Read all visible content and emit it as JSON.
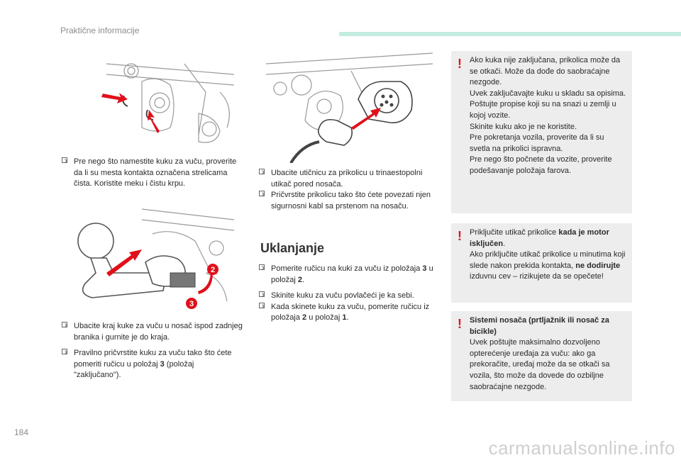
{
  "header": {
    "title": "Praktične informacije"
  },
  "page_number": "184",
  "watermark": "carmanualsonline.info",
  "left_col": {
    "bullet1": "Pre nego što namestite kuku za vuču, proverite da li su mesta kontakta označena strelicama čista. Koristite meku i čistu krpu.",
    "bullet2": "Ubacite kraj kuke za vuču u nosač ispod zadnjeg branika i gurnite je do kraja.",
    "bullet3_pre": "Pravilno pričvrstite kuku za vuču tako što ćete pomeriti ručicu u položaj ",
    "bullet3_bold": "3",
    "bullet3_post": " (položaj \"zaključano\").",
    "illus2_label_2": "2",
    "illus2_label_3": "3"
  },
  "mid_col": {
    "bullet1": "Ubacite utičnicu za prikolicu u trinaestopolni utikač pored nosača.",
    "bullet2": "Pričvrstite prikolicu tako što ćete povezati njen sigurnosni kabl sa prstenom na nosaču.",
    "section_title": "Uklanjanje",
    "bullet3_pre": "Pomerite ručicu na kuki za vuču iz položaja ",
    "bullet3_b1": "3",
    "bullet3_mid": " u položaj ",
    "bullet3_b2": "2",
    "bullet3_end": ".",
    "bullet4": "Skinite kuku za vuču povlačeći je ka sebi.",
    "bullet5_pre": "Kada skinete kuku za vuču, pomerite ručicu iz položaja ",
    "bullet5_b1": "2",
    "bullet5_mid": " u položaj ",
    "bullet5_b2": "1",
    "bullet5_end": "."
  },
  "warnings": {
    "w1": [
      "Ako kuka nije zaključana, prikolica može da se otkači. Može da dođe do saobraćajne nezgode.",
      "Uvek zaključavajte kuku u skladu sa opisima.",
      "Poštujte propise koji su na snazi u zemlji u kojoj vozite.",
      "Skinite kuku ako je ne koristite.",
      "Pre pokretanja vozila, proverite da li su svetla na prikolici ispravna.",
      "Pre nego što počnete da vozite, proverite podešavanje položaja farova."
    ],
    "w2_pre": "Priključite utikač prikolice ",
    "w2_bold": "kada je motor isključen",
    "w2_mid": ".",
    "w2_line2_pre": "Ako priključite utikač prikolice u minutima koji slede nakon prekida kontakta, ",
    "w2_line2_bold": "ne dodirujte",
    "w2_line2_post": " izduvnu cev – rizikujete da se opečete!",
    "w3_title": "Sistemi nosača (prtljažnik ili nosač za bicikle)",
    "w3_body": "Uvek poštujte maksimalno dozvoljeno opterećenje uređaja za vuču: ako ga prekoračite, uređaj može da se otkači sa vozila, što može da dovede do ozbiljne saobraćajne nezgode.",
    "excl": "!"
  },
  "colors": {
    "accent_red": "#e0101a",
    "header_bar": "#c3ece0",
    "warn_bg": "#ededed"
  }
}
